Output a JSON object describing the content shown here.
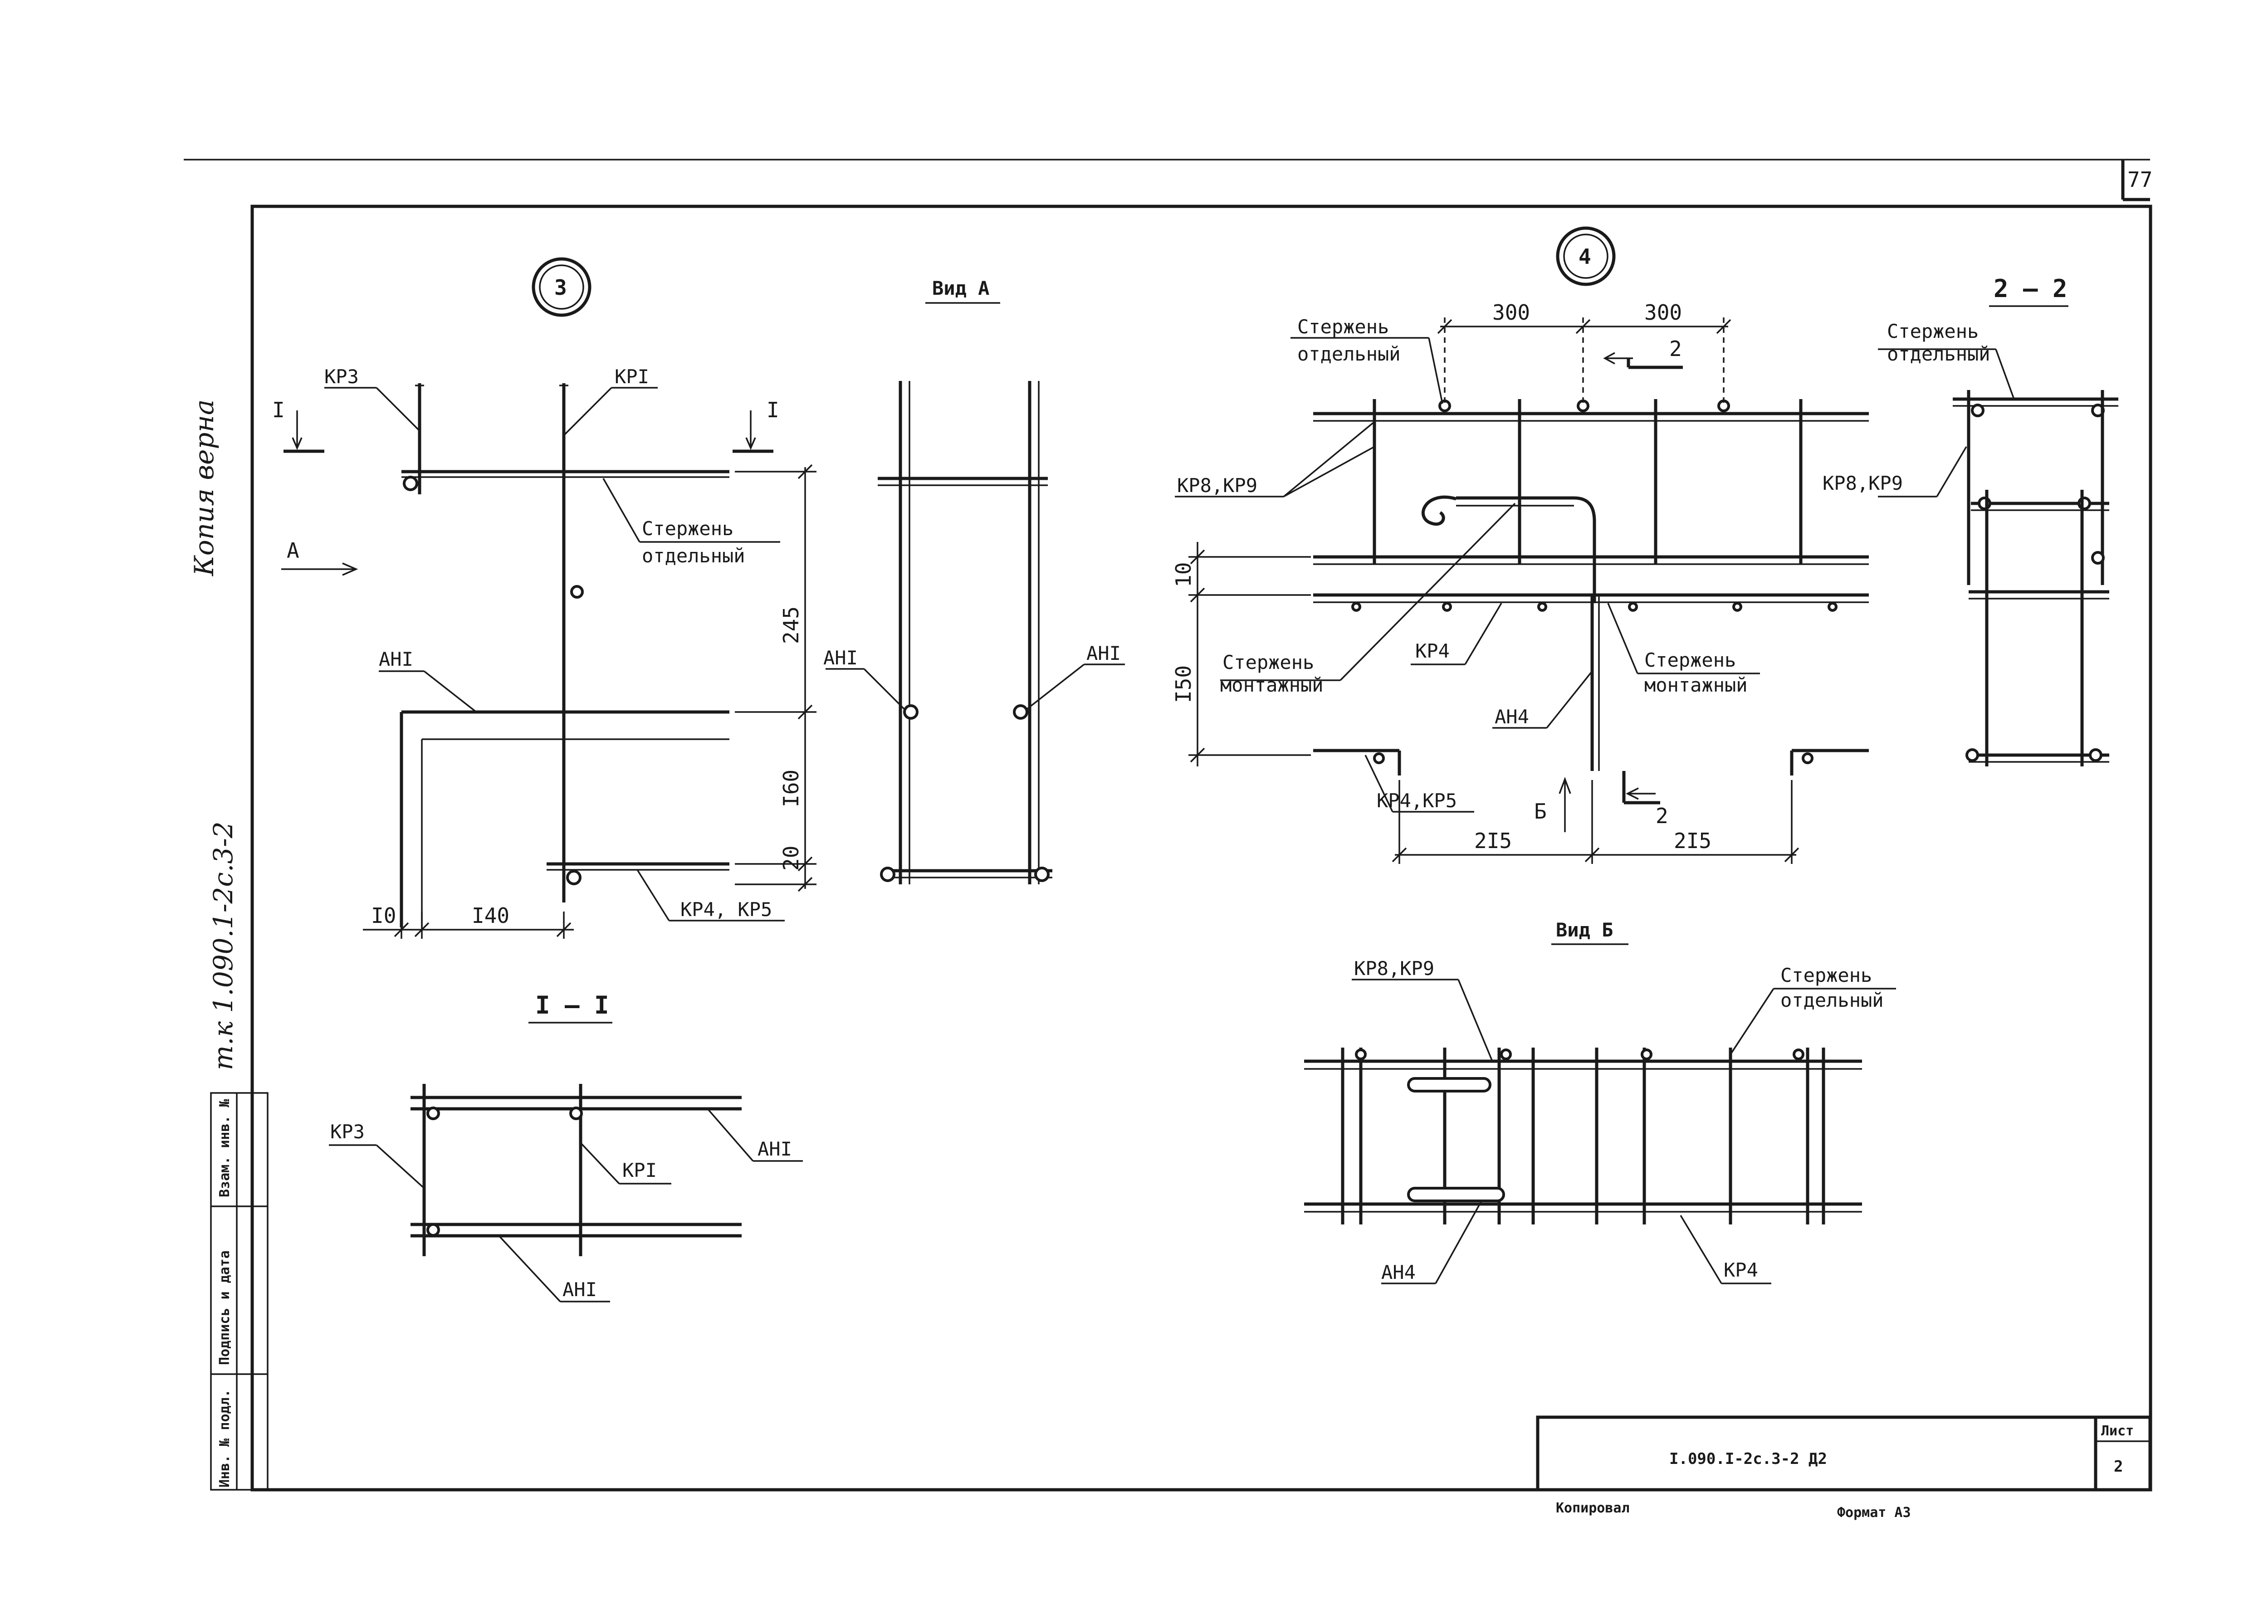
{
  "sheet": {
    "page_number": "77",
    "side_note": "Копия верна",
    "series_code": "т.к 1.090.1-2с.3-2",
    "doc_code": "I.090.I-2с.3-2 Д2",
    "sheet_label": "Лист",
    "sheet_number": "2",
    "copied_label": "Копировал",
    "format_label": "Формат А3",
    "stamp_columns": [
      "Инв. № подл.",
      "Подпись и дата",
      "Взам. инв. №"
    ]
  },
  "node3": {
    "number": "3",
    "labels": {
      "kp3": "КР3",
      "kp1": "КРI",
      "cut_left": "I",
      "cut_right": "I",
      "view_a": "А",
      "rod": "Стержень",
      "rod2": "отдельный",
      "ah1": "АНI",
      "kp4kp5": "КР4, КР5"
    },
    "dims": {
      "d245": "245",
      "d160": "I60",
      "d20": "20",
      "d10": "I0",
      "d140": "I40"
    }
  },
  "view_a": {
    "title": "Вид А",
    "ah1_left": "АНI",
    "ah1_right": "АНI"
  },
  "section_1_1": {
    "title": "I – I",
    "kp3": "КР3",
    "kp1": "КРI",
    "ah1_top": "АНI",
    "ah1_bottom": "АНI"
  },
  "node4": {
    "number": "4",
    "labels": {
      "rod_a": "Стержень",
      "rod_b": "отдельный",
      "kp8kp9": "КР8,КР9",
      "mount_a": "Стержень",
      "mount_b": "монтажный",
      "kp4": "КР4",
      "mount2_a": "Стержень",
      "mount2_b": "монтажный",
      "ah4": "АН4",
      "kp4kp5": "КР4,КР5",
      "view_b": "Б",
      "cut": "2",
      "cut2": "2"
    },
    "dims": {
      "d300a": "300",
      "d300b": "300",
      "d10": "10",
      "d150": "I50",
      "d215a": "2I5",
      "d215b": "2I5"
    }
  },
  "section_2_2": {
    "title": "2 – 2",
    "rod_a": "Стержень",
    "rod_b": "отдельный",
    "kp8kp9": "КР8,КР9"
  },
  "view_b": {
    "title": "Вид Б",
    "kp8kp9": "КР8,КР9",
    "rod_a": "Стержень",
    "rod_b": "отдельный",
    "ah4": "АН4",
    "kp4": "КР4"
  }
}
